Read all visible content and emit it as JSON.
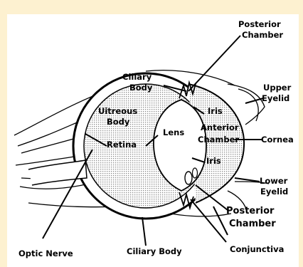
{
  "diagram": {
    "labels": {
      "posterior_chamber_top_line1": "Posterior",
      "posterior_chamber_top_line2": "Chamber",
      "ciliary_body_top_line1": "Ciliary",
      "ciliary_body_top_line2": "Body",
      "upper_eyelid_line1": "Upper",
      "upper_eyelid_line2": "Eyelid",
      "vitreous_body_line1": "Uitreous",
      "vitreous_body_line2": "Body",
      "iris_top": "Iris",
      "anterior_chamber_line1": "Anterior",
      "anterior_chamber_line2": "Chamber",
      "cornea": "Cornea",
      "lens": "Lens",
      "retina": "Retina",
      "iris_bottom": "Iris",
      "lower_eyelid_line1": "Lower",
      "lower_eyelid_line2": "Eyelid",
      "posterior_chamber_bottom_line1": "Posterior",
      "posterior_chamber_bottom_line2": "Chamber",
      "optic_nerve": "Optic Nerve",
      "ciliary_body_bottom": "Ciliary Body",
      "conjunctiva": "Conjunctiva"
    }
  }
}
